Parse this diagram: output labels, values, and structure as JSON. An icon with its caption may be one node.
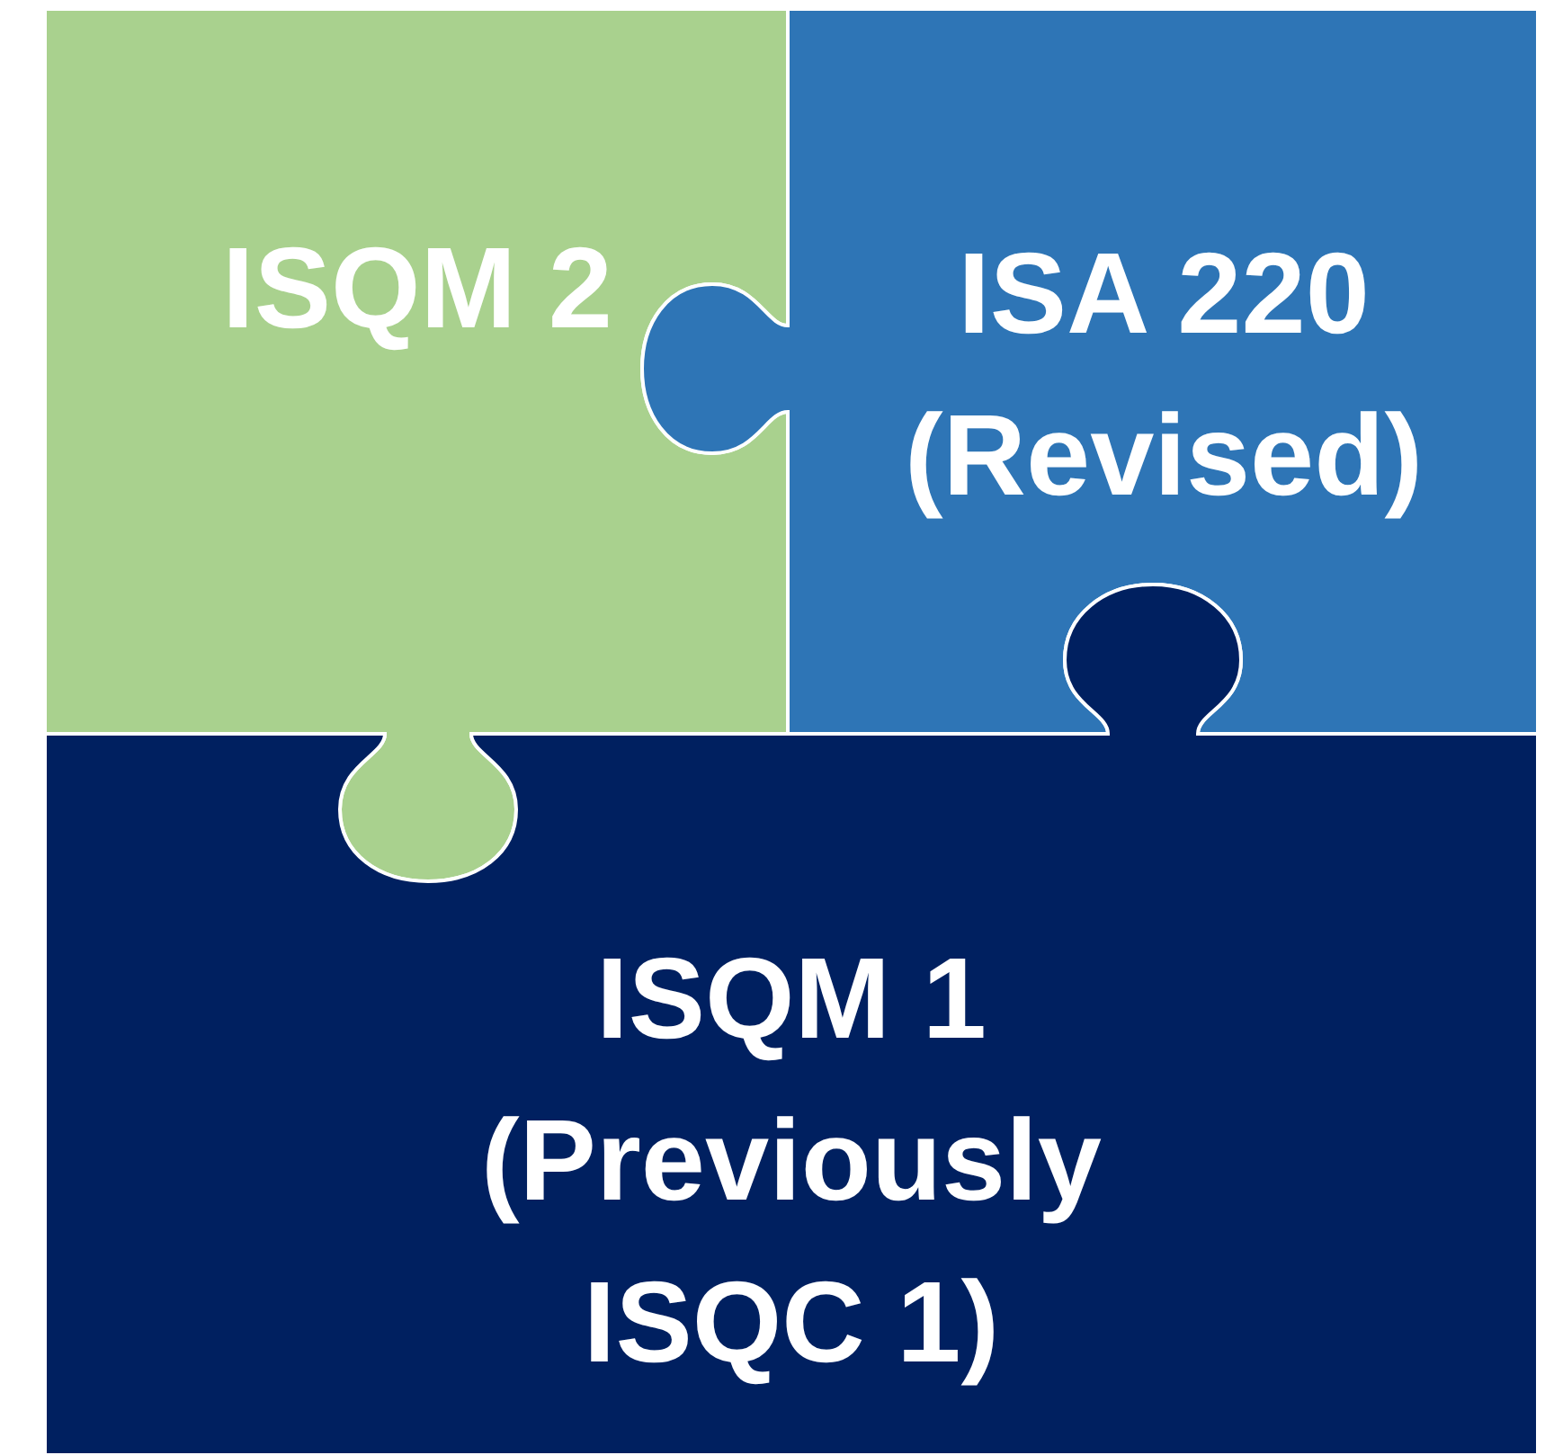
{
  "diagram": {
    "nodes": [
      {
        "text": [
          "ISQM 2"
        ]
      },
      {
        "text": [
          "ISA 220 (Revised)"
        ]
      },
      {
        "text": [
          "ISQM 1 (Previously ISQC 1)"
        ]
      }
    ]
  }
}
